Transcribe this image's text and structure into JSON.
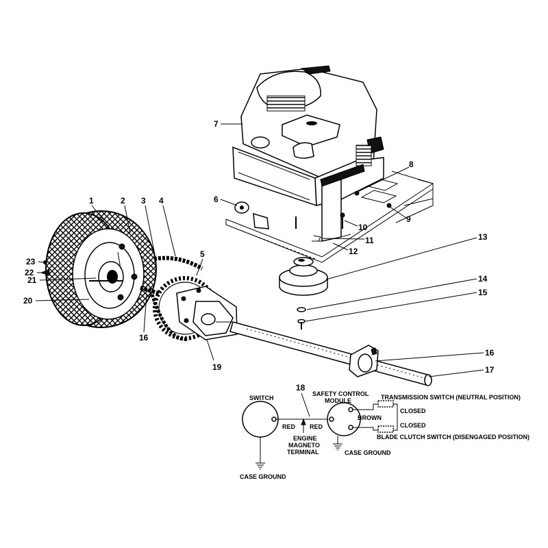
{
  "parts": [
    {
      "num": "1"
    },
    {
      "num": "2"
    },
    {
      "num": "3"
    },
    {
      "num": "4"
    },
    {
      "num": "5"
    },
    {
      "num": "6"
    },
    {
      "num": "7"
    },
    {
      "num": "8"
    },
    {
      "num": "9"
    },
    {
      "num": "10"
    },
    {
      "num": "11"
    },
    {
      "num": "12"
    },
    {
      "num": "13"
    },
    {
      "num": "14"
    },
    {
      "num": "15"
    },
    {
      "num": "16"
    },
    {
      "num": "16"
    },
    {
      "num": "17"
    },
    {
      "num": "18"
    },
    {
      "num": "19"
    },
    {
      "num": "20"
    },
    {
      "num": "21"
    },
    {
      "num": "22"
    },
    {
      "num": "23"
    }
  ],
  "wiring": {
    "switch": "SWITCH",
    "case_ground_left": "CASE GROUND",
    "red_left": "RED",
    "red_right": "RED",
    "engine_line1": "ENGINE",
    "engine_line2": "MAGNETO",
    "engine_line3": "TERMINAL",
    "module_line1": "SAFETY CONTROL",
    "module_line2": "MODULE",
    "brown": "BROWN",
    "case_ground_right": "CASE GROUND",
    "transmission_switch": "TRANSMISSION SWITCH (NEUTRAL POSITION)",
    "closed_top": "CLOSED",
    "closed_bottom": "CLOSED",
    "blade_clutch_switch": "BLADE CLUTCH SWITCH (DISENGAGED POSITION)"
  }
}
